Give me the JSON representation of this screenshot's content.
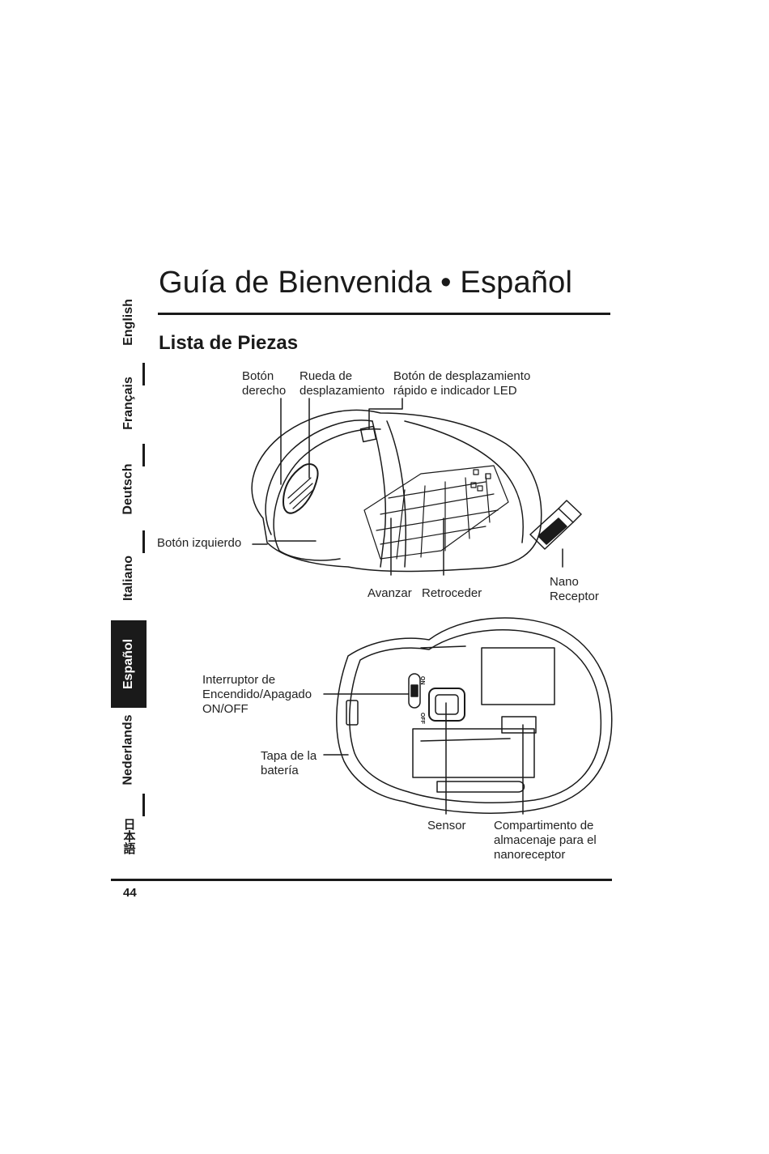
{
  "header": {
    "title": "Guía de Bienvenida • Español",
    "section_heading": "Lista de Piezas"
  },
  "languages": [
    {
      "label": "English",
      "active": false
    },
    {
      "label": "Français",
      "active": false
    },
    {
      "label": "Deutsch",
      "active": false
    },
    {
      "label": "Italiano",
      "active": false
    },
    {
      "label": "Español",
      "active": true
    },
    {
      "label": "Nederlands",
      "active": false
    },
    {
      "label": "日本語",
      "active": false
    }
  ],
  "top_view_labels": {
    "right_button": "Botón\nderecho",
    "scroll_wheel": "Rueda de\ndesplazamiento",
    "fast_scroll": "Botón de desplazamiento\nrápido e indicador LED",
    "left_button": "Botón izquierdo",
    "forward": "Avanzar",
    "back": "Retroceder",
    "nano_receiver": "Nano\nReceptor"
  },
  "bottom_view_labels": {
    "power_switch": "Interruptor de\nEncendido/Apagado\nON/OFF",
    "battery_cover": "Tapa de la\nbatería",
    "sensor": "Sensor",
    "storage": "Compartimento de\nalmacenaje para el\nnanoreceptor",
    "switch_on": "ON",
    "switch_off": "OFF"
  },
  "footer": {
    "page_number": "44"
  }
}
